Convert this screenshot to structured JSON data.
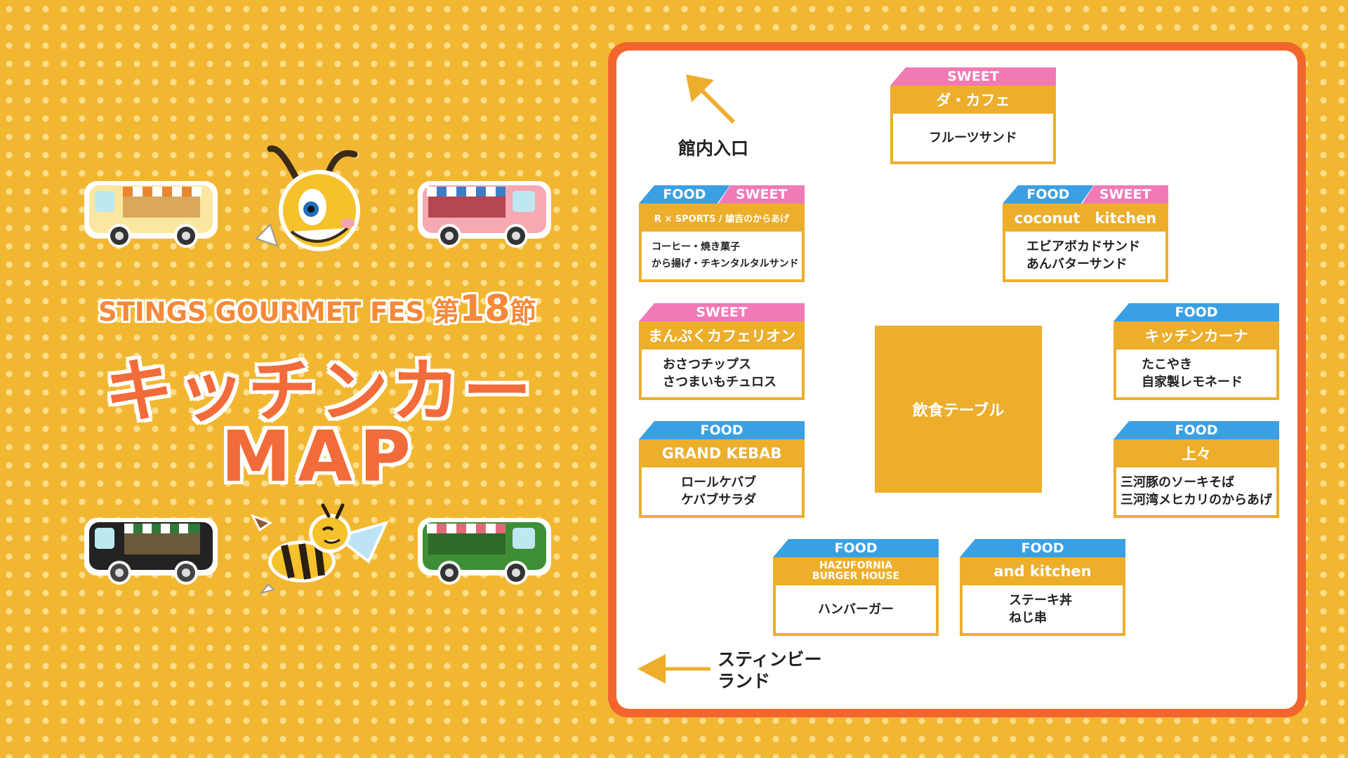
{
  "header": {
    "subtitle_prefix": "STINGS GOURMET FES",
    "subtitle_kanji1": "第",
    "subtitle_number": "18",
    "subtitle_kanji2": "節",
    "title": "キッチンカー",
    "title_map": "MAP"
  },
  "map": {
    "entrance": "館内入口",
    "stingbee_land": [
      "スティンビー",
      "ランド"
    ],
    "table": "飲食テーブル",
    "stalls": [
      {
        "tags": [
          "SWEET"
        ],
        "name": "ダ・カフェ",
        "menu": [
          "フルーツサンド"
        ]
      },
      {
        "tags": [
          "FOOD",
          "SWEET"
        ],
        "name": "R × SPORTS / 諭吉のからあげ",
        "menu": [
          "コーヒー・焼き菓子",
          "から揚げ・チキンタルタルサンド"
        ]
      },
      {
        "tags": [
          "FOOD",
          "SWEET"
        ],
        "name": "coconut　kitchen",
        "menu": [
          "エビアボカドサンド",
          "あんバターサンド"
        ]
      },
      {
        "tags": [
          "SWEET"
        ],
        "name": "まんぷくカフェリオン",
        "menu": [
          "おさつチップス",
          "さつまいもチュロス"
        ]
      },
      {
        "tags": [
          "FOOD"
        ],
        "name": "キッチンカーナ",
        "menu": [
          "たこやき",
          "自家製レモネード"
        ]
      },
      {
        "tags": [
          "FOOD"
        ],
        "name": "GRAND KEBAB",
        "menu": [
          "ロールケバブ",
          "ケバブサラダ"
        ]
      },
      {
        "tags": [
          "FOOD"
        ],
        "name": "上々",
        "menu": [
          "三河豚のソーキそば",
          "三河湾メヒカリのからあげ"
        ]
      },
      {
        "tags": [
          "FOOD"
        ],
        "name": [
          "HAZUFORNIA",
          "BURGER HOUSE"
        ],
        "menu": [
          "ハンバーガー"
        ]
      },
      {
        "tags": [
          "FOOD"
        ],
        "name": "and kitchen",
        "menu": [
          "ステーキ丼",
          "ねじ串"
        ]
      }
    ]
  },
  "colors": {
    "background": "#F2B731",
    "frame": "#F2662E",
    "stall": "#EDAE2C",
    "food_tag": "#3AA0E6",
    "sweet_tag": "#F179B6",
    "title": "#F26B3A"
  },
  "icons": [
    "entrance-arrow-icon",
    "left-arrow-icon",
    "food-truck-icon",
    "bee-mascot-icon"
  ]
}
